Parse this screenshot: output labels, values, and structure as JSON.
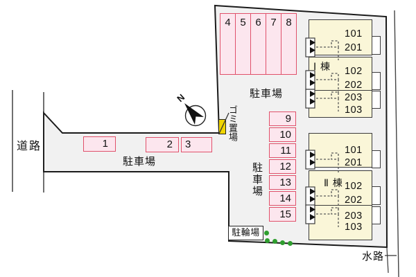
{
  "labels": {
    "road": "道路",
    "waterway": "水路",
    "garbage": "ゴミ置場",
    "bicycle": "駐輪場",
    "parking": "駐車場",
    "north": "N"
  },
  "parking": {
    "top": [
      "4",
      "5",
      "6",
      "7",
      "8"
    ],
    "strip": [
      "1",
      "2",
      "3"
    ],
    "right": [
      "9",
      "10",
      "11",
      "12",
      "13",
      "14",
      "15"
    ]
  },
  "buildings": [
    {
      "name": "Ⅰ 棟",
      "units": [
        {
          "rooms": [
            "101",
            "201"
          ]
        },
        {
          "rooms": [
            "102",
            "202"
          ]
        },
        {
          "rooms": [
            "203",
            "103"
          ]
        }
      ]
    },
    {
      "name": "Ⅱ 棟",
      "units": [
        {
          "rooms": [
            "101",
            "201"
          ]
        },
        {
          "rooms": [
            "102",
            "202"
          ]
        },
        {
          "rooms": [
            "203",
            "103"
          ]
        }
      ]
    }
  ],
  "colors": {
    "site_fill": "#F1F1F1",
    "outline": "#1A1A1A",
    "stall_fill": "#FCE6EE",
    "stall_border": "#E0506A",
    "building_fill": "#FAF6D8",
    "garbage_yellow": "#F0D500",
    "tree_green": "#2E9E2E"
  }
}
